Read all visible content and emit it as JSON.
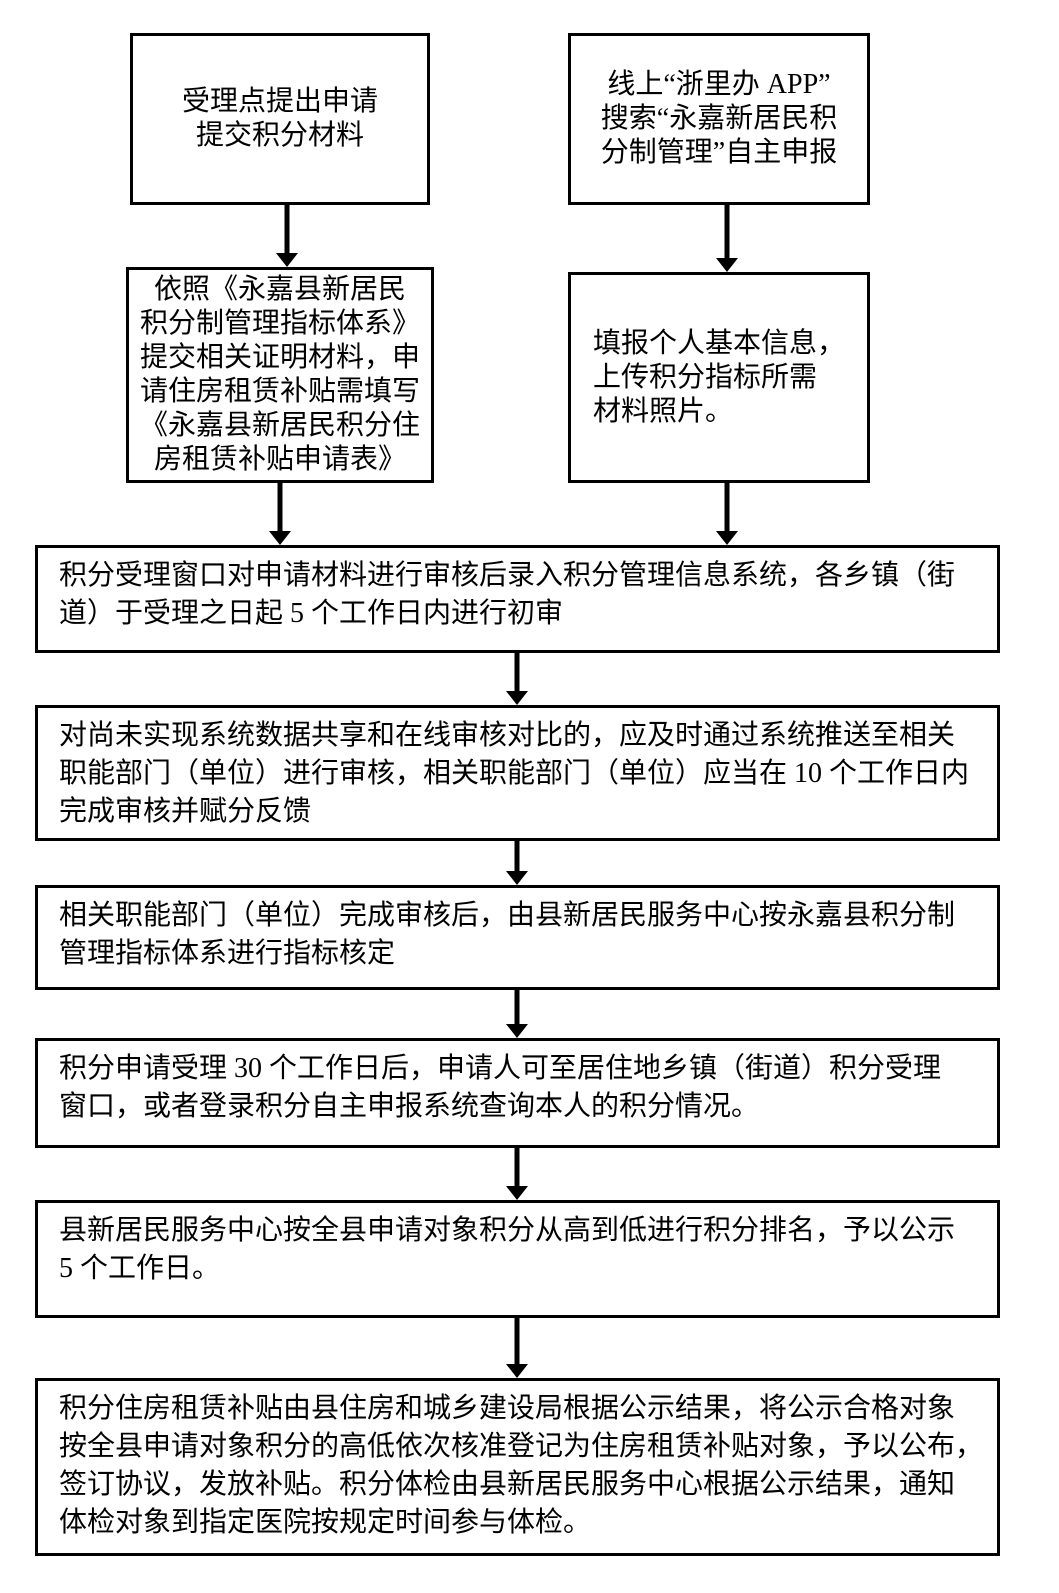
{
  "diagram": {
    "type": "flowchart",
    "colors": {
      "border": "#000000",
      "background": "#ffffff",
      "text": "#000000",
      "arrow": "#000000"
    }
  },
  "nodes": {
    "offline_start": {
      "text": "受理点提出申请\n提交积分材料"
    },
    "online_start": {
      "text": "线上“浙里办 APP”\n搜索“永嘉新居民积\n分制管理”自主申报"
    },
    "offline_materials": {
      "text": "依照《永嘉县新居民\n积分制管理指标体系》\n提交相关证明材料，申\n请住房租赁补贴需填写\n《永嘉县新居民积分住\n房租赁补贴申请表》"
    },
    "online_fill": {
      "text": "填报个人基本信息，\n上传积分指标所需\n材料照片。"
    },
    "initial_review": {
      "text": "积分受理窗口对申请材料进行审核后录入积分管理信息系统，各乡镇（街\n道）于受理之日起 5 个工作日内进行初审"
    },
    "department_review": {
      "text": "对尚未实现系统数据共享和在线审核对比的，应及时通过系统推送至相关\n职能部门（单位）进行审核，相关职能部门（单位）应当在 10 个工作日内\n完成审核并赋分反馈"
    },
    "indicator_verification": {
      "text": "相关职能部门（单位）完成审核后，由县新居民服务中心按永嘉县积分制\n管理指标体系进行指标核定"
    },
    "score_query": {
      "text": "积分申请受理 30 个工作日后，申请人可至居住地乡镇（街道）积分受理\n窗口，或者登录积分自主申报系统查询本人的积分情况。"
    },
    "ranking_publicity": {
      "text": "县新居民服务中心按全县申请对象积分从高到低进行积分排名，予以公示\n5 个工作日。"
    },
    "final_implementation": {
      "text": "积分住房租赁补贴由县住房和城乡建设局根据公示结果，将公示合格对象\n按全县申请对象积分的高低依次核准登记为住房租赁补贴对象，予以公布，\n签订协议，发放补贴。积分体检由县新居民服务中心根据公示结果，通知\n体检对象到指定医院按规定时间参与体检。"
    }
  },
  "edges": [
    {
      "from": "offline_start",
      "to": "offline_materials"
    },
    {
      "from": "online_start",
      "to": "online_fill"
    },
    {
      "from": "offline_materials",
      "to": "initial_review"
    },
    {
      "from": "online_fill",
      "to": "initial_review"
    },
    {
      "from": "initial_review",
      "to": "department_review"
    },
    {
      "from": "department_review",
      "to": "indicator_verification"
    },
    {
      "from": "indicator_verification",
      "to": "score_query"
    },
    {
      "from": "score_query",
      "to": "ranking_publicity"
    },
    {
      "from": "ranking_publicity",
      "to": "final_implementation"
    }
  ]
}
